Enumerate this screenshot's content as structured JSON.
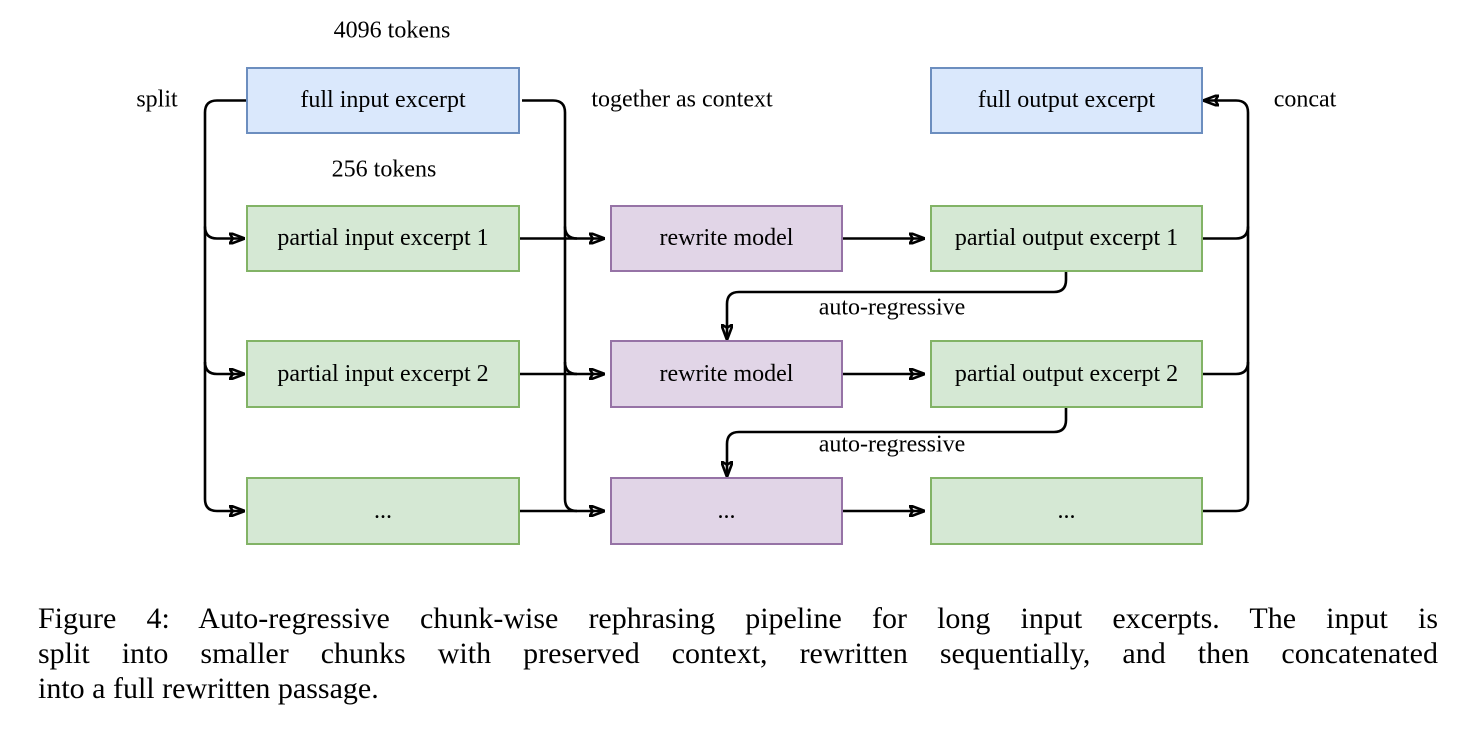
{
  "figure": {
    "caption_lines": [
      "Figure 4: Auto-regressive chunk-wise rephrasing pipeline for long input excerpts. The input is",
      "split into smaller chunks with preserved context, rewritten sequentially, and then concatenated",
      "into a full rewritten passage."
    ]
  },
  "diagram": {
    "boxes": {
      "full_input": {
        "label": "full input excerpt",
        "color": "blue"
      },
      "full_output": {
        "label": "full output excerpt",
        "color": "blue"
      },
      "partial_input_1": {
        "label": "partial input excerpt 1",
        "color": "green"
      },
      "partial_input_2": {
        "label": "partial input excerpt 2",
        "color": "green"
      },
      "partial_input_more": {
        "label": "...",
        "color": "green"
      },
      "rewrite_model_1": {
        "label": "rewrite model",
        "color": "purple"
      },
      "rewrite_model_2": {
        "label": "rewrite model",
        "color": "purple"
      },
      "rewrite_model_more": {
        "label": "...",
        "color": "purple"
      },
      "partial_output_1": {
        "label": "partial output excerpt 1",
        "color": "green"
      },
      "partial_output_2": {
        "label": "partial output excerpt 2",
        "color": "green"
      },
      "partial_output_more": {
        "label": "...",
        "color": "green"
      }
    },
    "annotations": {
      "tokens_4096": "4096 tokens",
      "tokens_256": "256 tokens",
      "split": "split",
      "together": "together as context",
      "concat": "concat",
      "auto_regressive_1": "auto-regressive",
      "auto_regressive_2": "auto-regressive"
    }
  },
  "colors": {
    "background": "#ffffff",
    "text": "#000000",
    "arrow": "#000000",
    "box_blue_fill": "#dae8fc",
    "box_blue_stroke": "#6c8ebf",
    "box_green_fill": "#d5e8d4",
    "box_green_stroke": "#82b366",
    "box_purple_fill": "#e1d5e7",
    "box_purple_stroke": "#9673a6"
  }
}
